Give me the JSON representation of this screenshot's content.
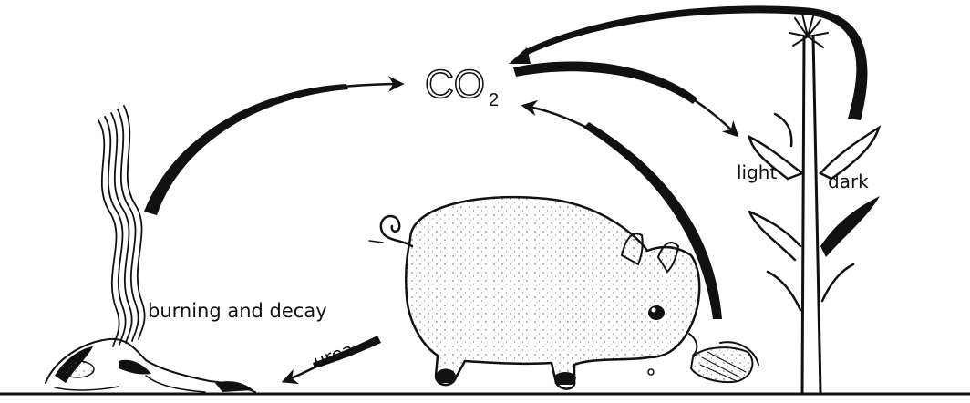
{
  "labels": {
    "co2_main": "CO",
    "co2_sub": "2",
    "light": "light",
    "dark": "dark",
    "burning": "burning and decay",
    "urea": "urea"
  }
}
